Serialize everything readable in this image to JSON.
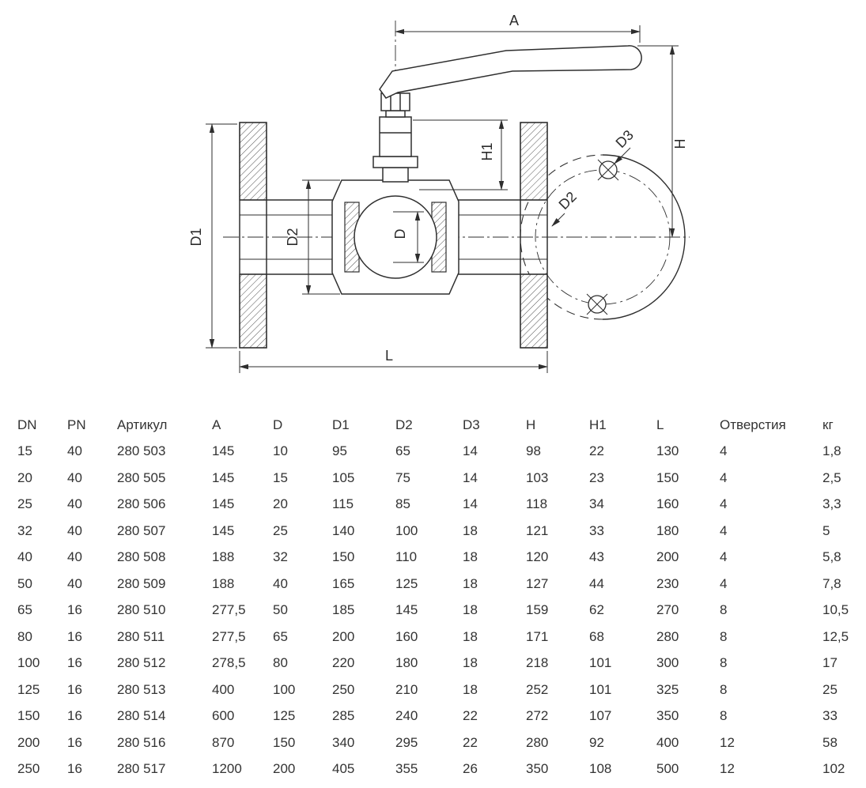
{
  "drawing": {
    "dim_labels": {
      "A": "A",
      "H": "H",
      "H1": "H1",
      "D": "D",
      "D1": "D1",
      "D2": "D2",
      "L": "L",
      "D2_face": "D2",
      "D3": "D3"
    }
  },
  "table": {
    "headers": [
      "DN",
      "PN",
      "Артикул",
      "A",
      "D",
      "D1",
      "D2",
      "D3",
      "H",
      "H1",
      "L",
      "Отверстия",
      "кг"
    ],
    "rows": [
      [
        "15",
        "40",
        "280 503",
        "145",
        "10",
        "95",
        "65",
        "14",
        "98",
        "22",
        "130",
        "4",
        "1,8"
      ],
      [
        "20",
        "40",
        "280 505",
        "145",
        "15",
        "105",
        "75",
        "14",
        "103",
        "23",
        "150",
        "4",
        "2,5"
      ],
      [
        "25",
        "40",
        "280 506",
        "145",
        "20",
        "115",
        "85",
        "14",
        "118",
        "34",
        "160",
        "4",
        "3,3"
      ],
      [
        "32",
        "40",
        "280 507",
        "145",
        "25",
        "140",
        "100",
        "18",
        "121",
        "33",
        "180",
        "4",
        "5"
      ],
      [
        "40",
        "40",
        "280 508",
        "188",
        "32",
        "150",
        "110",
        "18",
        "120",
        "43",
        "200",
        "4",
        "5,8"
      ],
      [
        "50",
        "40",
        "280 509",
        "188",
        "40",
        "165",
        "125",
        "18",
        "127",
        "44",
        "230",
        "4",
        "7,8"
      ],
      [
        "65",
        "16",
        "280 510",
        "277,5",
        "50",
        "185",
        "145",
        "18",
        "159",
        "62",
        "270",
        "8",
        "10,5"
      ],
      [
        "80",
        "16",
        "280 511",
        "277,5",
        "65",
        "200",
        "160",
        "18",
        "171",
        "68",
        "280",
        "8",
        "12,5"
      ],
      [
        "100",
        "16",
        "280 512",
        "278,5",
        "80",
        "220",
        "180",
        "18",
        "218",
        "101",
        "300",
        "8",
        "17"
      ],
      [
        "125",
        "16",
        "280 513",
        "400",
        "100",
        "250",
        "210",
        "18",
        "252",
        "101",
        "325",
        "8",
        "25"
      ],
      [
        "150",
        "16",
        "280 514",
        "600",
        "125",
        "285",
        "240",
        "22",
        "272",
        "107",
        "350",
        "8",
        "33"
      ],
      [
        "200",
        "16",
        "280 516",
        "870",
        "150",
        "340",
        "295",
        "22",
        "280",
        "92",
        "400",
        "12",
        "58"
      ],
      [
        "250",
        "16",
        "280 517",
        "1200",
        "200",
        "405",
        "355",
        "26",
        "350",
        "108",
        "500",
        "12",
        "102"
      ]
    ]
  }
}
